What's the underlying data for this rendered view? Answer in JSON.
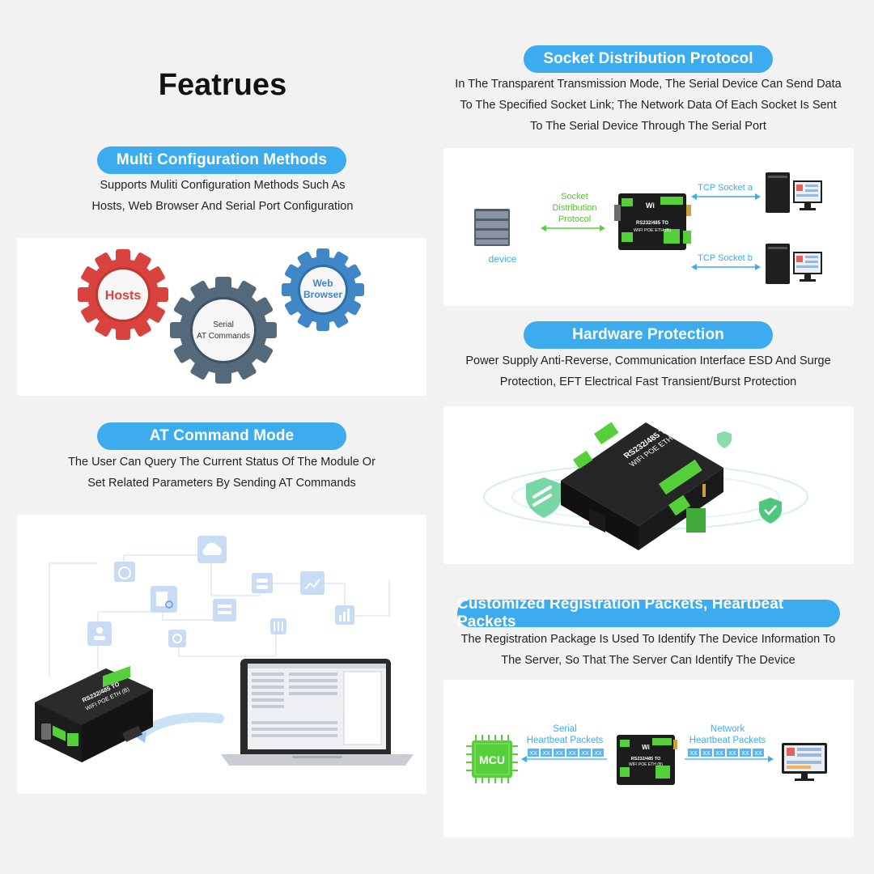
{
  "page_title": "Featrues",
  "sections": {
    "multi_config": {
      "heading": "Multi Configuration Methods",
      "lines": [
        "Supports Muliti Configuration Methods Such As",
        "Hosts, Web Browser And Serial Port Configuration"
      ],
      "gears": {
        "hosts": "Hosts",
        "serial_1": "Serial",
        "serial_2": "AT Commands",
        "web_1": "Web",
        "web_2": "Browser"
      }
    },
    "at_command": {
      "heading": "AT Command Mode",
      "lines": [
        "The User Can Query The Current Status Of The Module Or",
        "Set Related Parameters By Sending AT Commands"
      ]
    },
    "socket": {
      "heading": "Socket Distribution Protocol",
      "lines": [
        "In The Transparent Transmission Mode, The Serial Device Can Send Data",
        "To The Specified Socket Link; The Network Data Of Each Socket Is Sent",
        "To The Serial Device Through The Serial Port"
      ],
      "diagram": {
        "device_label": "device",
        "protocol_1": "Socket",
        "protocol_2": "Distribution",
        "protocol_3": "Protocol",
        "socket_a": "TCP Socket a",
        "socket_b": "TCP Socket b"
      }
    },
    "hardware": {
      "heading": "Hardware Protection",
      "lines": [
        "Power Supply Anti-Reverse, Communication Interface ESD And Surge",
        "Protection, EFT Electrical Fast Transient/Burst Protection"
      ]
    },
    "heartbeat": {
      "heading": "Customized Registration Packets, Heartbeat Packets",
      "lines": [
        "The Registration Package Is Used To Identify The Device Information To",
        "The Server, So That The Server Can Identify The Device"
      ],
      "diagram": {
        "mcu": "MCU",
        "serial_1": "Serial",
        "serial_2": "Heartbeat Packets",
        "network_1": "Network",
        "network_2": "Heartbeat Packets",
        "packet": "XX"
      }
    }
  },
  "device": {
    "model_line1": "RS232/485 TO",
    "model_line2": "WIFI POE ETH (B)",
    "brand": "Wi"
  },
  "colors": {
    "accent": "#3dacee",
    "green": "#56d03a",
    "gear_red": "#d9433f",
    "gear_slate": "#546a7b",
    "gear_blue": "#3f87c6"
  }
}
